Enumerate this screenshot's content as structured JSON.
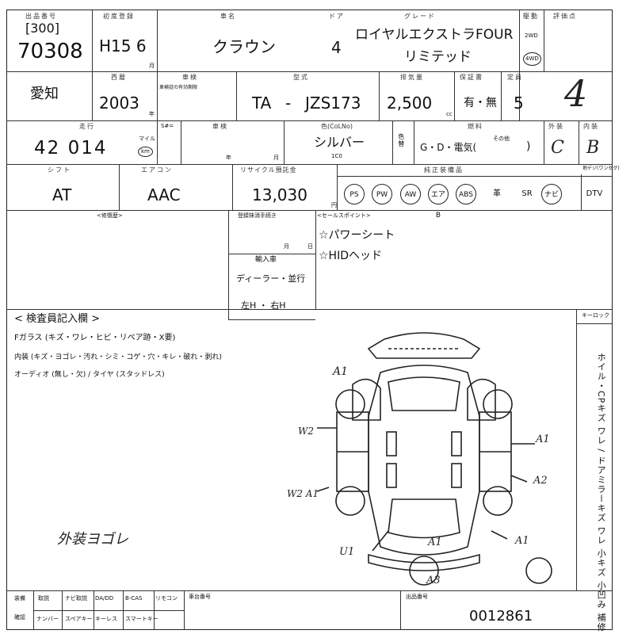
{
  "header": {
    "lot_no_label": "出品番号",
    "lot_no_bracket": "[300]",
    "lot_no": "70308",
    "first_reg_label": "初度登録",
    "first_reg": "H15 6",
    "first_reg_month_unit": "月",
    "car_name_label": "車名",
    "car_name": "クラウン",
    "doors_label": "ドア",
    "doors": "4",
    "grade_label": "グレード",
    "grade_line1": "ロイヤルエクストラFOUR",
    "grade_line2": "リミテッド",
    "drive_label": "駆動",
    "drive_2wd": "2WD",
    "drive_4wd": "4WD",
    "score_label": "評価点",
    "score": "4"
  },
  "row2": {
    "color_label": "愛知",
    "year_label": "西暦",
    "year": "2003",
    "year_unit": "年",
    "inspection_label": "車検",
    "inspection_sub": "車検証の有効期限",
    "model_label": "型式",
    "model_prefix": "TA",
    "model_dash": "-",
    "model": "JZS173",
    "displacement_label": "排気量",
    "displacement": "2,500",
    "displacement_unit": "cc",
    "warranty_label": "保証書",
    "warranty": "有・無",
    "capacity_label": "定員",
    "capacity": "5"
  },
  "row3": {
    "mileage_label": "走行",
    "mileage": "42 014",
    "mileage_unit_top": "マイル",
    "mileage_unit": "km",
    "sn_label": "S#=",
    "recall_label": "車検",
    "recall_year": "年",
    "recall_month": "月",
    "color_label": "色(CoLNo)",
    "color": "シルバー",
    "color_code": "1C0",
    "color_change_label": "色替",
    "fuel_label": "燃料",
    "fuel": "G・D・電気(",
    "fuel_other": "その他",
    "fuel_close": ")",
    "ext_label": "外装",
    "ext": "C",
    "int_label": "内装",
    "int": "B"
  },
  "row4": {
    "shift_label": "シフト",
    "shift": "AT",
    "ac_label": "エアコン",
    "ac": "AAC",
    "recycle_label": "リサイクル預託金",
    "recycle": "13,030",
    "recycle_unit": "円",
    "equip_label": "純正装備品",
    "equip": [
      {
        "label": "PS",
        "circled": true
      },
      {
        "label": "PW",
        "circled": true
      },
      {
        "label": "AW",
        "circled": true
      },
      {
        "label": "エアB",
        "circled": true
      },
      {
        "label": "ABS",
        "circled": true
      },
      {
        "label": "革",
        "circled": false
      },
      {
        "label": "SR",
        "circled": false
      },
      {
        "label": "ナビ",
        "circled": true
      },
      {
        "label": "DTV",
        "circled": false
      }
    ],
    "dtv_label": "地デジ(ワンセグ)"
  },
  "section": {
    "history_label": "<修復歴>",
    "reg_label": "登録抹消手続き",
    "reg_month": "月",
    "reg_day": "日",
    "import_label": "輸入車",
    "dealer": "ディーラー・並行",
    "steering": "左H ・ 右H",
    "sales_label": "<セールスポイント>",
    "sales_points": [
      "☆パワーシート",
      "☆HIDヘッド"
    ]
  },
  "inspection": {
    "title": "< 検査員記入欄 >",
    "line1": "Fガラス (キズ・ワレ・ヒビ・リペア跡・X要)",
    "line2": "内装 (キズ・ヨゴレ・汚れ・シミ・コゲ・穴・キレ・破れ・剥れ)",
    "line3": "オーディオ (無し・欠) / タイヤ (スタッドレス)",
    "keylock_label": "キーロック",
    "side_note": "ホイル・CPキズ ワレ / ドアミラーキズ ワレ 小キズ 小凹み 補修",
    "handwritten_note": "外装ヨゴレ",
    "marks": [
      "A1",
      "W2",
      "W2 A1",
      "A1",
      "A2",
      "U1",
      "A1",
      "A1",
      "A3"
    ]
  },
  "footer": {
    "col1": "装備",
    "col1b": "確認",
    "items_top": [
      "取説",
      "ナビ取説",
      "DA/DD",
      "B-CAS",
      "リモコン"
    ],
    "items_bottom": [
      "ナンバー",
      "スペアキー",
      "キーレス",
      "スマートキー"
    ],
    "chassis_label": "車台番号",
    "shuppin_label": "出品番号",
    "serial": "0012861"
  }
}
